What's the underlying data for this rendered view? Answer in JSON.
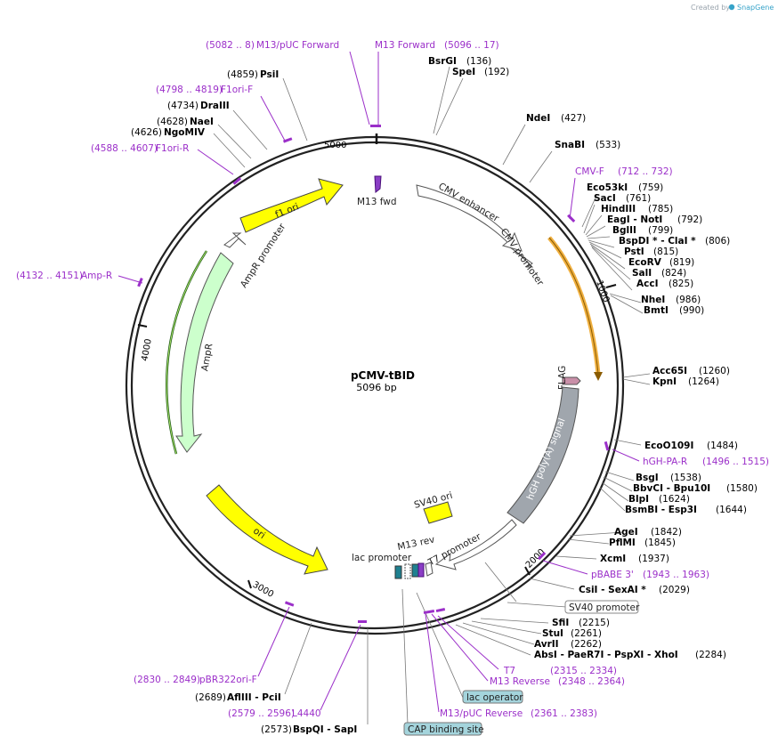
{
  "plasmid": {
    "name": "pCMV-tBID",
    "size": "5096 bp"
  },
  "watermark": {
    "prefix": "Created by",
    "brand": "SnapGene"
  },
  "ticks": [
    "5000",
    "1000",
    "2000",
    "3000",
    "4000"
  ],
  "features": {
    "f1_ori": "f1 ori",
    "ampr_promoter": "AmpR promoter",
    "ampr": "AmpR",
    "ori": "ori",
    "cmv_enhancer": "CMV enhancer",
    "cmv_promoter": "CMV promoter",
    "flag": "FLAG",
    "hgh_polya": "hGH poly(A) signal",
    "sv40_ori": "SV40 ori",
    "m13_fwd": "M13 fwd",
    "m13_rev": "M13 rev",
    "t7_promoter": "T7 promoter",
    "lac_promoter": "lac promoter"
  },
  "boxed": {
    "sv40_promoter": "SV40 promoter",
    "lac_operator": "lac operator",
    "cap_binding_site": "CAP binding site"
  },
  "primers": {
    "m13_puc_forward": {
      "name": "M13/pUC Forward",
      "range": "(5082 .. 8)"
    },
    "m13_forward": {
      "name": "M13 Forward",
      "range": "(5096 .. 17)"
    },
    "f1ori_f": {
      "name": "F1ori-F",
      "range": "(4798 .. 4819)"
    },
    "f1ori_r": {
      "name": "F1ori-R",
      "range": "(4588 .. 4607)"
    },
    "amp_r": {
      "name": "Amp-R",
      "range": "(4132 .. 4151)"
    },
    "cmv_f": {
      "name": "CMV-F",
      "range": "(712 .. 732)"
    },
    "hgh_pa_r": {
      "name": "hGH-PA-R",
      "range": "(1496 .. 1515)"
    },
    "pbabe3": {
      "name": "pBABE 3'",
      "range": "(1943 .. 1963)"
    },
    "t7": {
      "name": "T7",
      "range": "(2315 .. 2334)"
    },
    "m13_reverse": {
      "name": "M13 Reverse",
      "range": "(2348 .. 2364)"
    },
    "m13_puc_reverse": {
      "name": "M13/pUC Reverse",
      "range": "(2361 .. 2383)"
    },
    "pbr322ori_f": {
      "name": "pBR322ori-F",
      "range": "(2830 .. 2849)"
    },
    "l4440": {
      "name": "L4440",
      "range": "(2579 .. 2596)"
    }
  },
  "sites": {
    "bsrgi": {
      "name": "BsrGI",
      "pos": "(136)"
    },
    "spei": {
      "name": "SpeI",
      "pos": "(192)"
    },
    "ndei": {
      "name": "NdeI",
      "pos": "(427)"
    },
    "snabi": {
      "name": "SnaBI",
      "pos": "(533)"
    },
    "eco53ki": {
      "name": "Eco53kI",
      "pos": "(759)"
    },
    "saci": {
      "name": "SacI",
      "pos": "(761)"
    },
    "hindiii": {
      "name": "HindIII",
      "pos": "(785)"
    },
    "eagi_noti": {
      "name": "EagI  - NotI",
      "pos": "(792)"
    },
    "bglii": {
      "name": "BglII",
      "pos": "(799)"
    },
    "bspdi_clai": {
      "name": "BspDI *  - ClaI *",
      "pos": "(806)"
    },
    "psti": {
      "name": "PstI",
      "pos": "(815)"
    },
    "ecorv": {
      "name": "EcoRV",
      "pos": "(819)"
    },
    "sali": {
      "name": "SalI",
      "pos": "(824)"
    },
    "acci": {
      "name": "AccI",
      "pos": "(825)"
    },
    "nhei": {
      "name": "NheI",
      "pos": "(986)"
    },
    "bmti": {
      "name": "BmtI",
      "pos": "(990)"
    },
    "acc65i": {
      "name": "Acc65I",
      "pos": "(1260)"
    },
    "kpni": {
      "name": "KpnI",
      "pos": "(1264)"
    },
    "eco0109i": {
      "name": "EcoO109I",
      "pos": "(1484)"
    },
    "bsgi": {
      "name": "BsgI",
      "pos": "(1538)"
    },
    "bbvci_bpu10i": {
      "name": "BbvCI  - Bpu10I",
      "pos": "(1580)"
    },
    "blpi": {
      "name": "BlpI",
      "pos": "(1624)"
    },
    "bsmbi_esp3i": {
      "name": "BsmBI  - Esp3I",
      "pos": "(1644)"
    },
    "agei": {
      "name": "AgeI",
      "pos": "(1842)"
    },
    "pflmi": {
      "name": "PflMI",
      "pos": "(1845)"
    },
    "xcmi": {
      "name": "XcmI",
      "pos": "(1937)"
    },
    "csii_sexai": {
      "name": "CsiI  - SexAI *",
      "pos": "(2029)"
    },
    "sfii": {
      "name": "SfiI",
      "pos": "(2215)"
    },
    "stui": {
      "name": "StuI",
      "pos": "(2261)"
    },
    "avrii": {
      "name": "AvrII",
      "pos": "(2262)"
    },
    "absi_group": {
      "name": "AbsI  - PaeR7I  - PspXI  - XhoI",
      "pos": "(2284)"
    },
    "afliii_pcii": {
      "name": "AflIII  - PciI",
      "pos": "(2689)"
    },
    "bspqi_sapi": {
      "name": "BspQI  - SapI",
      "pos": "(2573)"
    },
    "psii": {
      "name": "PsiI",
      "pos": "(4859)"
    },
    "draiii": {
      "name": "DraIII",
      "pos": "(4734)"
    },
    "naei": {
      "name": "NaeI",
      "pos": "(4628)"
    },
    "ngomiv": {
      "name": "NgoMIV",
      "pos": "(4626)"
    }
  },
  "colors": {
    "backbone": "#222222",
    "primer": "#9b2fc9",
    "ori": "#ffff00",
    "ampr": "#ccffcc",
    "hgh": "#a0a6ad",
    "cmv_promoter_arc": "#f0b040",
    "lac_operator_box": "#a4d4dc",
    "teal": "#1f8090"
  }
}
